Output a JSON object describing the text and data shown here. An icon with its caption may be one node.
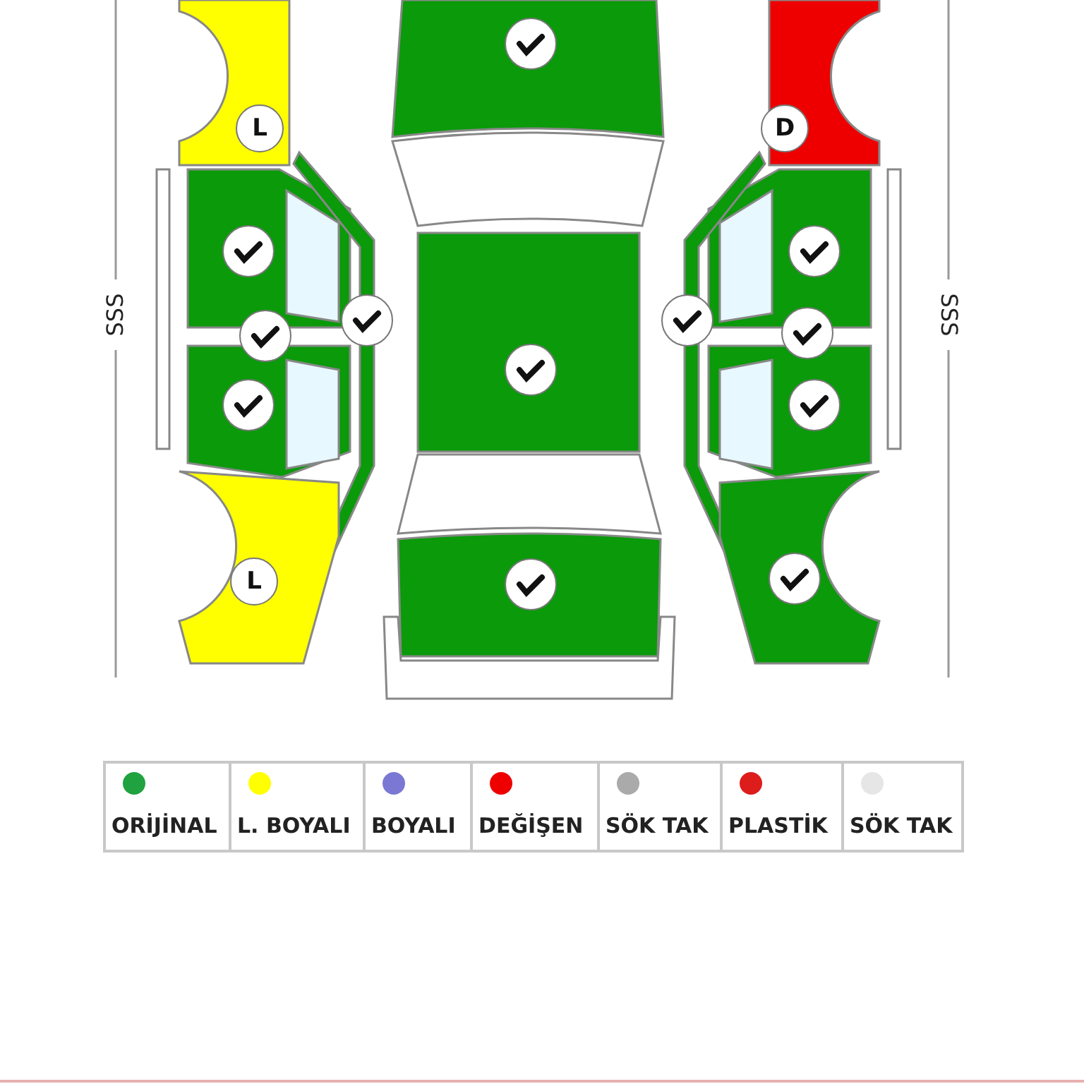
{
  "diagram": {
    "labels": [
      "L",
      "D",
      "SSS",
      "SSS",
      "L"
    ],
    "legend": [
      {
        "text": "ORİJİNAL",
        "color": "#1fa23f"
      },
      {
        "text": "L. BOYALI",
        "color": "#ffff00"
      },
      {
        "text": "BOYALI",
        "color": "#7b78d4"
      },
      {
        "text": "DEĞİŞEN",
        "color": "#ee0000"
      },
      {
        "text": "SÖK TAK",
        "color": "#aaaaaa"
      },
      {
        "text": "PLASTİK",
        "color": "#dd1c1c"
      },
      {
        "text": "SÖK TAK",
        "color": "#e6e6e6"
      }
    ]
  }
}
